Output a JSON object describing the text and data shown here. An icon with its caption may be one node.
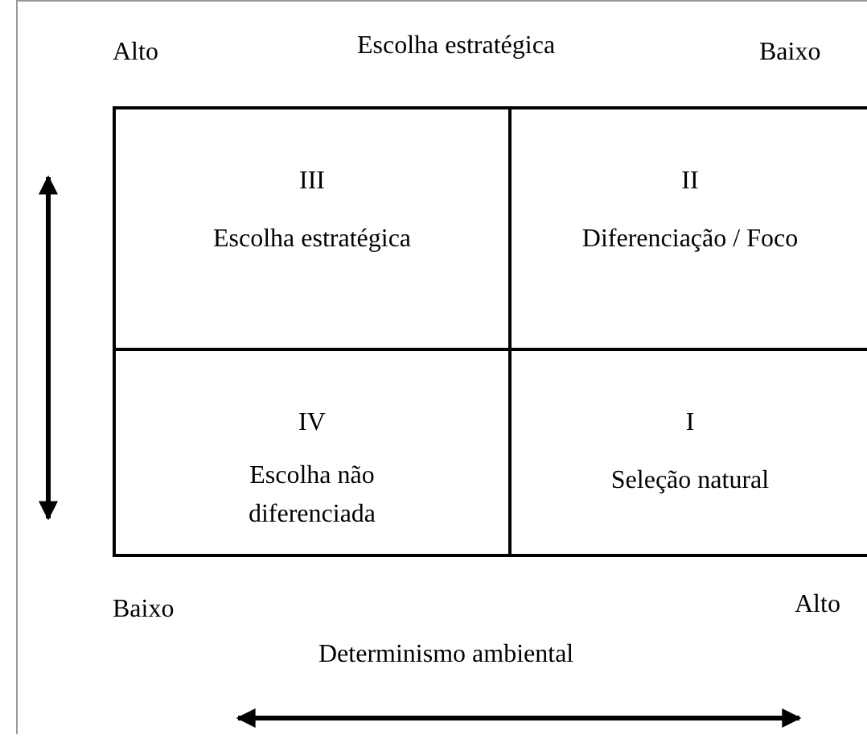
{
  "diagram": {
    "nodes": [
      {
        "text": [
          "III",
          "Escolha estratégica"
        ]
      },
      {
        "text": [
          "II",
          "Diferenciação / Foco"
        ]
      },
      {
        "text": [
          "IV",
          "Escolha não diferenciada"
        ]
      },
      {
        "text": [
          "I",
          "Seleção natural"
        ]
      }
    ],
    "labels": [
      "Alto",
      "Escolha estratégica",
      "Baixo",
      "Baixo",
      "Determinismo ambiental",
      "Alto"
    ]
  }
}
